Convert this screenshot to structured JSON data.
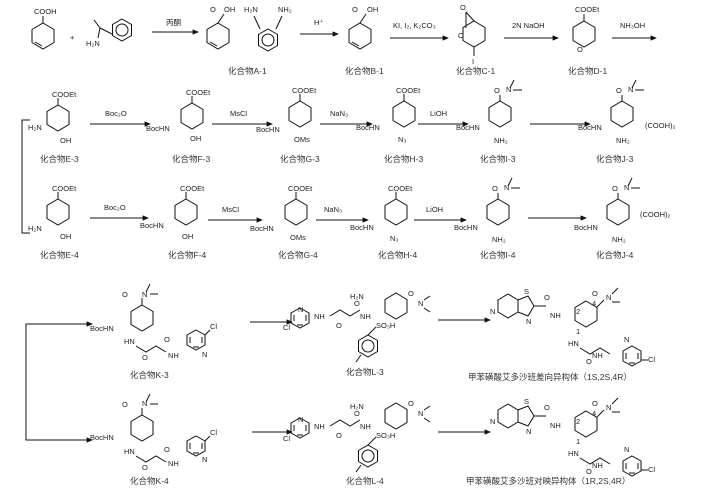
{
  "compounds": {
    "A1": "化合物A-1",
    "B1": "化合物B-1",
    "C1": "化合物C-1",
    "D1": "化合物D-1",
    "E3": "化合物E-3",
    "F3": "化合物F-3",
    "G3": "化合物G-3",
    "H3": "化合物H-3",
    "I3": "化合物I-3",
    "J3": "化合物J-3",
    "E4": "化合物E-4",
    "F4": "化合物F-4",
    "G4": "化合物G-4",
    "H4": "化合物H-4",
    "I4": "化合物I-4",
    "J4": "化合物J-4",
    "K3": "化合物K-3",
    "L3": "化合物L-3",
    "K4": "化合物K-4",
    "L4": "化合物L-4"
  },
  "products": {
    "p1": "甲苯磺酸艾多沙班差向异构体（1S,2S,4R）",
    "p2": "甲苯磺酸艾多沙班对映异构体（1R,2S,4R）"
  },
  "reagents": {
    "acetone": "丙酮",
    "h_plus": "H⁺",
    "iodolactonization": "KI, I₂, K₂CO₃",
    "naoh": "2N NaOH",
    "nh3oh": "NH₃OH",
    "boc2o_1": "Boc₂O",
    "mscl_1": "MsCl",
    "nan3_1": "NaN₃",
    "lioh_1": "LiOH",
    "boc2o_2": "Boc₂O",
    "mscl_2": "MsCl",
    "nan3_2": "NaN₃",
    "lioh_2": "LiOH"
  },
  "atoms": {
    "cooh": "COOH",
    "oh": "OH",
    "h2n": "H₂N",
    "nh2": "NH₂",
    "cooet": "COOEt",
    "o": "O",
    "i": "I",
    "bochn": "BocHN",
    "oms": "OMs",
    "n3": "N₃",
    "n": "N",
    "o2": "O",
    "cooh2": "(COOH)₂",
    "s": "S",
    "cl": "Cl",
    "nh": "NH",
    "hn": "HN",
    "so3h": "SO₃H",
    "plus": "+",
    "n1": "1",
    "n2": "2",
    "n4": "4"
  }
}
